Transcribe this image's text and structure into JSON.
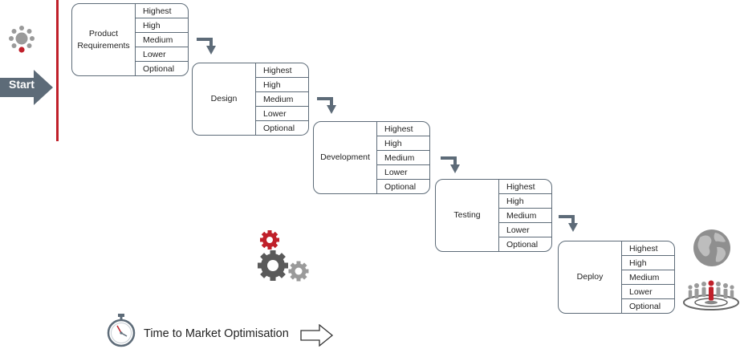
{
  "start_label": "Start",
  "stages": [
    {
      "name": "Product Requirements",
      "priorities": [
        "Highest",
        "High",
        "Medium",
        "Lower",
        "Optional"
      ]
    },
    {
      "name": "Design",
      "priorities": [
        "Highest",
        "High",
        "Medium",
        "Lower",
        "Optional"
      ]
    },
    {
      "name": "Development",
      "priorities": [
        "Highest",
        "High",
        "Medium",
        "Lower",
        "Optional"
      ]
    },
    {
      "name": "Testing",
      "priorities": [
        "Highest",
        "High",
        "Medium",
        "Lower",
        "Optional"
      ]
    },
    {
      "name": "Deploy",
      "priorities": [
        "Highest",
        "High",
        "Medium",
        "Lower",
        "Optional"
      ]
    }
  ],
  "footer_label": "Time to Market Optimisation",
  "colors": {
    "box_border": "#5d6b78",
    "connector": "#5d6b78",
    "accent_red": "#c0202a",
    "gear_dark": "#5a5a5a",
    "gear_light": "#9a9a9a"
  },
  "icons": [
    "dots-circle-icon",
    "gears-icon",
    "stopwatch-icon",
    "outline-arrow-icon",
    "globe-icon",
    "people-target-icon"
  ]
}
